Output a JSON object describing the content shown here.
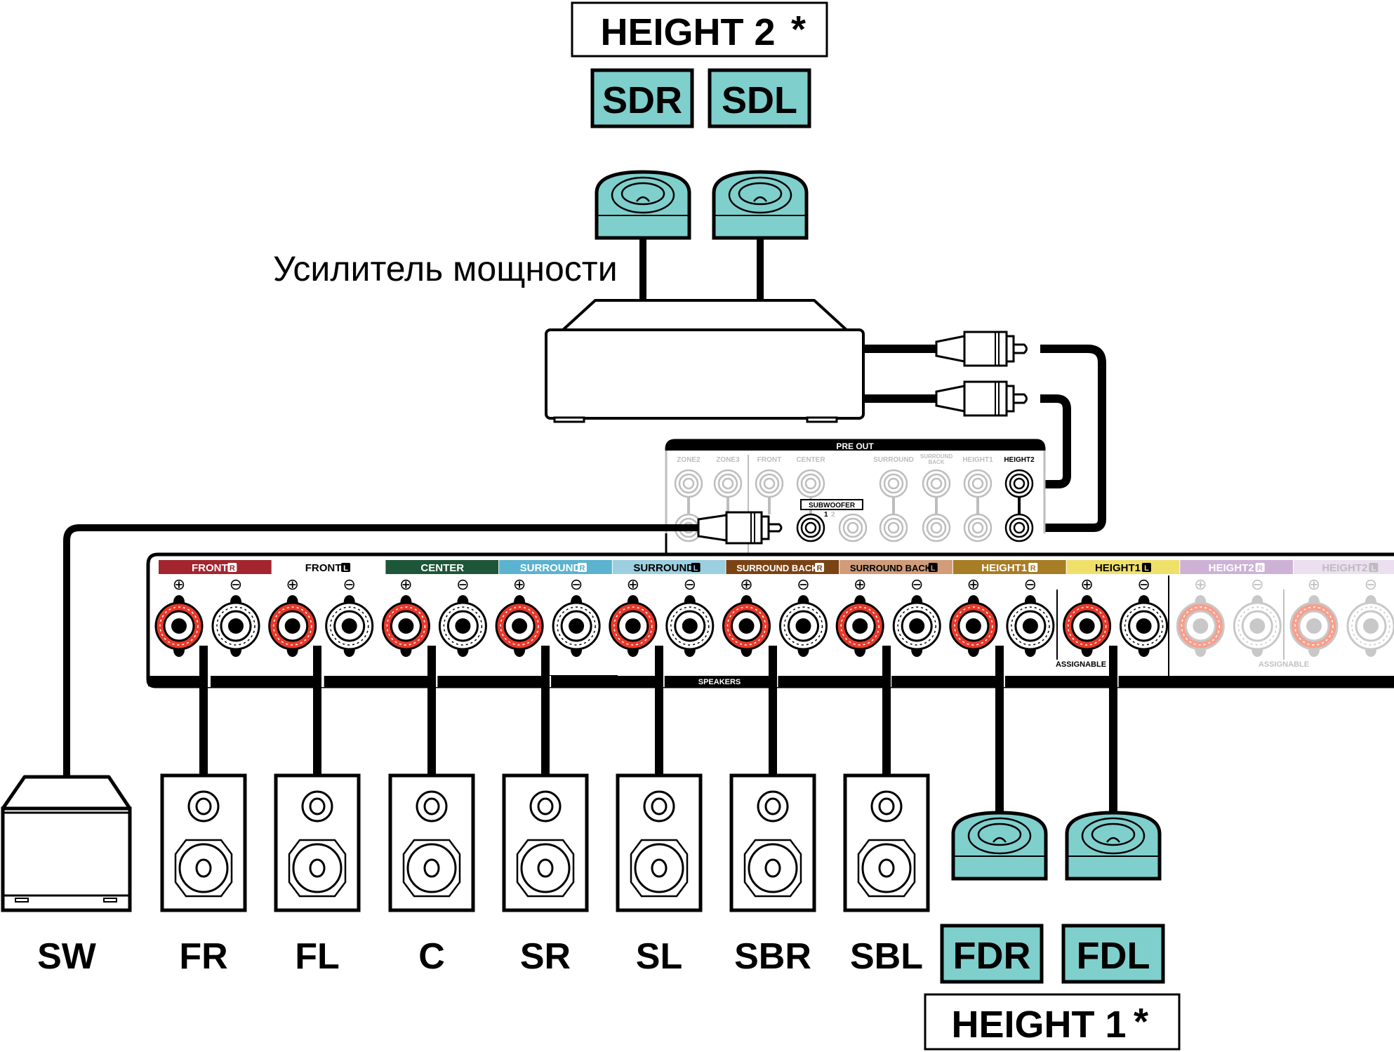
{
  "title_labels": {
    "height2": "HEIGHT 2",
    "height1": "HEIGHT 1",
    "asterisk": "*",
    "amplifier": "Усилитель мощности"
  },
  "top_speakers": [
    {
      "label": "SDR"
    },
    {
      "label": "SDL"
    }
  ],
  "front_height_speakers": [
    {
      "label": "FDR"
    },
    {
      "label": "FDL"
    }
  ],
  "floor_speakers": [
    {
      "label": "SW"
    },
    {
      "label": "FR"
    },
    {
      "label": "FL"
    },
    {
      "label": "C"
    },
    {
      "label": "SR"
    },
    {
      "label": "SL"
    },
    {
      "label": "SBR"
    },
    {
      "label": "SBL"
    }
  ],
  "pre_out": {
    "title": "PRE OUT",
    "columns": [
      "ZONE2",
      "ZONE3",
      "FRONT",
      "CENTER",
      "SURROUND",
      "SURROUND",
      "HEIGHT1",
      "HEIGHT2"
    ],
    "surround_back_line1": "SURROUND",
    "surround_back_line2": "BACK",
    "subwoofer_label": "SUBWOOFER",
    "sub1": "1",
    "sub2": "2"
  },
  "speaker_panel": {
    "channels": [
      {
        "name": "FRONT",
        "side": "R",
        "color": "#a3262f",
        "text_color": "#ffffff",
        "active": true
      },
      {
        "name": "FRONT",
        "side": "L",
        "color": "#ffffff",
        "text_color": "#000000",
        "active": true
      },
      {
        "name": "CENTER",
        "side": "",
        "color": "#1d5638",
        "text_color": "#ffffff",
        "active": true
      },
      {
        "name": "SURROUND",
        "side": "R",
        "color": "#5bb3cf",
        "text_color": "#ffffff",
        "active": true
      },
      {
        "name": "SURROUND",
        "side": "L",
        "color": "#9ccfdf",
        "text_color": "#000000",
        "active": true
      },
      {
        "name": "SURROUND BACK",
        "side": "R",
        "color": "#7a4313",
        "text_color": "#ffffff",
        "active": true
      },
      {
        "name": "SURROUND BACK",
        "side": "L",
        "color": "#d19c79",
        "text_color": "#000000",
        "active": true
      },
      {
        "name": "HEIGHT1",
        "side": "R",
        "color": "#a77d25",
        "text_color": "#ffffff",
        "active": true
      },
      {
        "name": "HEIGHT1",
        "side": "L",
        "color": "#efe06a",
        "text_color": "#000000",
        "active": true
      },
      {
        "name": "HEIGHT2",
        "side": "R",
        "color": "#cdb2d6",
        "text_color": "#ffffff",
        "active": false
      },
      {
        "name": "HEIGHT2",
        "side": "L",
        "color": "#ebdff0",
        "text_color": "#bdbdbd",
        "active": false
      }
    ],
    "plus_symbol": "⊕",
    "minus_symbol": "⊖",
    "speakers_label": "SPEAKERS",
    "assignable_label": "ASSIGNABLE"
  },
  "colors": {
    "speaker_teal": "#7fcfcd",
    "terminal_red": "#e8392a",
    "terminal_faded_red": "#f7a08f",
    "inactive_gray": "#bdbdbd"
  }
}
